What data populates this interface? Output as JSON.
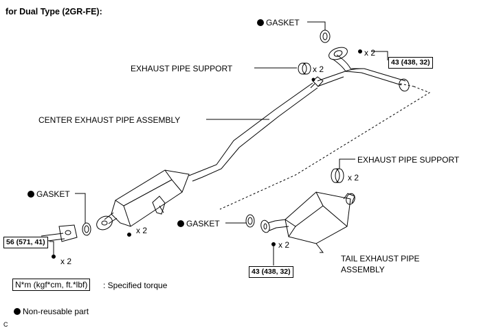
{
  "title": "for Dual Type (2GR-FE):",
  "labels": {
    "gasket_top": "GASKET",
    "exhaust_support_top": "EXHAUST PIPE SUPPORT",
    "center_pipe": "CENTER EXHAUST PIPE ASSEMBLY",
    "exhaust_support_right": "EXHAUST PIPE SUPPORT",
    "gasket_left": "GASKET",
    "gasket_mid": "GASKET",
    "tail_pipe_line1": "TAIL EXHAUST PIPE",
    "tail_pipe_line2": "ASSEMBLY"
  },
  "quantities": {
    "top_bolt": "x 2",
    "top_support": "x 2",
    "right_support": "x 2",
    "left_bolt": "x 2",
    "center_bolt": "x 2",
    "mid_bolt": "x 2"
  },
  "torques": {
    "top_right": "43 (438, 32)",
    "left": "56 (571, 41)",
    "bottom_mid": "43 (438, 32)"
  },
  "legend": {
    "torque_units": "N*m (kgf*cm, ft.*lbf)",
    "torque_text": ": Specified torque",
    "non_reusable": "Non-reusable part"
  },
  "corner_mark": "C",
  "icons": [
    "non-reusable-dot-icon"
  ]
}
